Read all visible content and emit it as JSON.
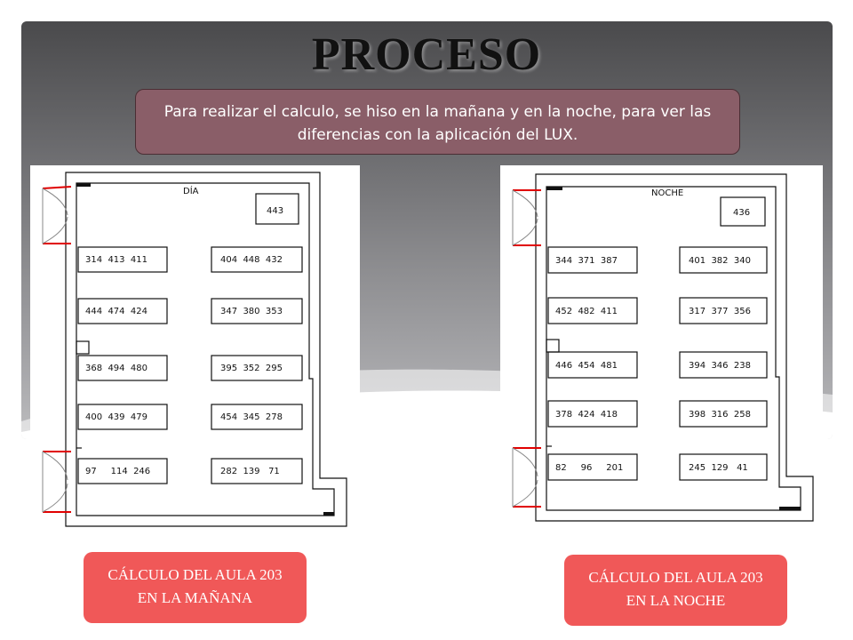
{
  "title": "PROCESO",
  "banner_text": "Para realizar el calculo, se hiso en la mañana  y en la noche, para ver las diferencias con la aplicación del LUX.",
  "plans": [
    {
      "label": "DÍA",
      "board": "443",
      "rows": [
        [
          "314  413  411",
          "404  448  432"
        ],
        [
          "444  474  424",
          "347  380  353"
        ],
        [
          "368  494  480",
          "395  352  295"
        ],
        [
          "400  439  479",
          "454  345  278"
        ],
        [
          "97     114  246",
          "282  139   71"
        ]
      ]
    },
    {
      "label": "NOCHE",
      "board": "436",
      "rows": [
        [
          "344  371  387",
          "401  382  340"
        ],
        [
          "452  482  411",
          "317  377  356"
        ],
        [
          "446  454  481",
          "394  346  238"
        ],
        [
          "378  424  418",
          "398  316  258"
        ],
        [
          "82     96     201",
          "245  129   41"
        ]
      ]
    }
  ],
  "buttons": {
    "morning": {
      "line1": "CÁLCULO DEL AULA 203",
      "line2": "EN LA MAÑANA"
    },
    "night": {
      "line1": "CÁLCULO DEL AULA 203",
      "line2": "EN LA NOCHE"
    }
  },
  "colors": {
    "banner": "#8a5e68",
    "button": "#f05858",
    "door": "#e00000"
  }
}
